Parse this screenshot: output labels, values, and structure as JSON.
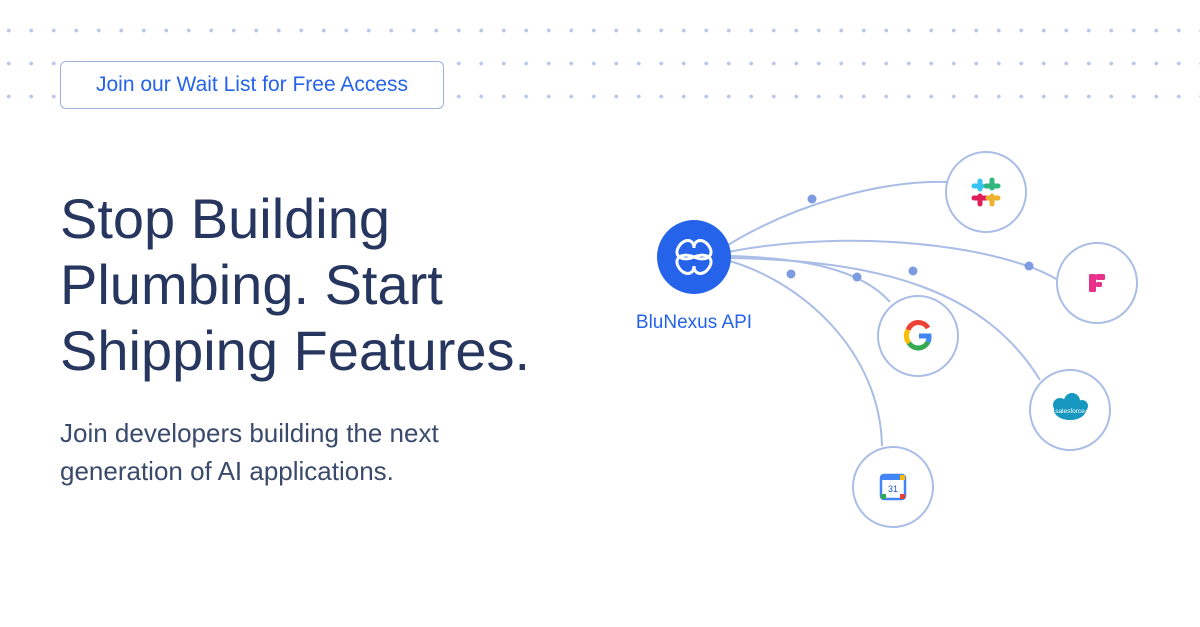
{
  "cta": {
    "label": "Join our Wait List for Free Access"
  },
  "hero": {
    "headline_lines": [
      "Stop Building",
      "Plumbing. Start",
      "Shipping Features."
    ],
    "subtitle_lines": [
      "Join developers building the next",
      "generation of AI applications."
    ]
  },
  "diagram": {
    "hub_label": "BluNexus API",
    "integrations": [
      {
        "name": "slack-icon"
      },
      {
        "name": "figma-icon"
      },
      {
        "name": "google-icon"
      },
      {
        "name": "salesforce-icon",
        "text": "salesforce"
      },
      {
        "name": "google-calendar-icon",
        "text": "31"
      }
    ]
  },
  "colors": {
    "brand": "#2563eb",
    "heading": "#26365f",
    "body": "#3a4a6b",
    "connector": "#a9bde6",
    "dots": "#b9c7e8"
  }
}
